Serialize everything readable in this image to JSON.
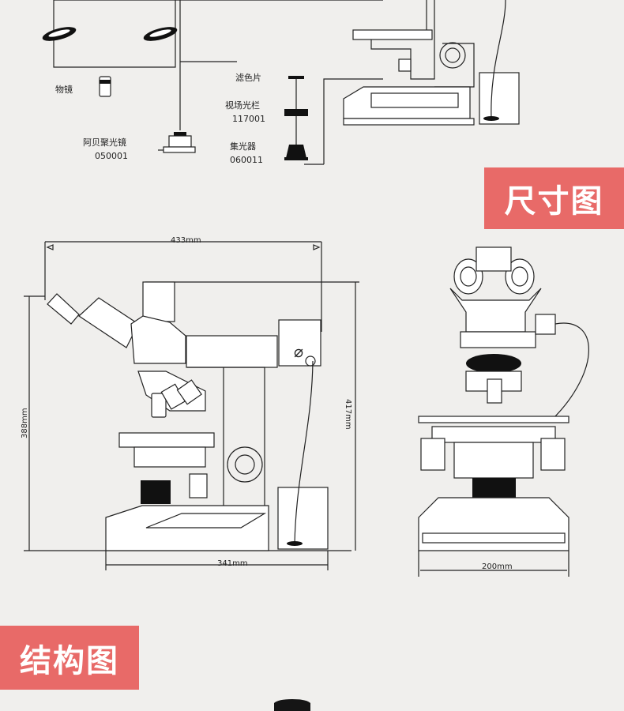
{
  "accessories": {
    "objective": "物镜",
    "abbe_condenser": "阿贝聚光镜",
    "abbe_condenser_code": "050001",
    "filter": "滤色片",
    "field_diaphragm": "视场光栏",
    "field_diaphragm_code": "117001",
    "collector": "集光器",
    "collector_code": "060011"
  },
  "sections": {
    "dimensions": "尺寸图",
    "structure": "结构图"
  },
  "dimensions": {
    "overall_width": "433mm",
    "height_eyepiece": "388mm",
    "height_total": "417mm",
    "base_depth": "341mm",
    "front_width": "200mm"
  },
  "colors": {
    "accent": "#e86a68",
    "background": "#f0efed"
  }
}
